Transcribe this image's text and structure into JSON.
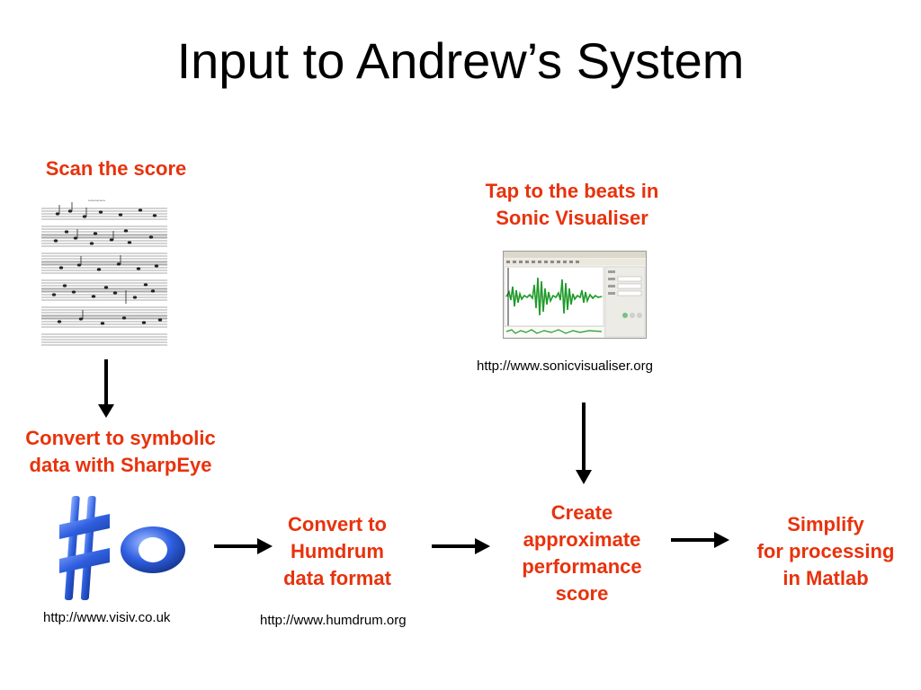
{
  "title": "Input to Andrew’s System",
  "steps": {
    "scan": {
      "label": "Scan the score"
    },
    "tap": {
      "lines": [
        "Tap to the beats in",
        "Sonic Visualiser"
      ],
      "url": "http://www.sonicvisualiser.org"
    },
    "sharpeye": {
      "lines": [
        "Convert to symbolic",
        "data with SharpEye"
      ],
      "url": "http://www.visiv.co.uk"
    },
    "humdrum": {
      "lines": [
        "Convert to",
        "Humdrum",
        "data format"
      ],
      "url": "http://www.humdrum.org"
    },
    "create": {
      "lines": [
        "Create",
        "approximate",
        "performance",
        "score"
      ]
    },
    "simplify": {
      "lines": [
        "Simplify",
        "for processing",
        "in Matlab"
      ]
    }
  },
  "colors": {
    "label": "#e8320c",
    "logo_blue": "#2f5fe0",
    "waveform": "#1f9a2a"
  },
  "icons": {
    "score": "sheet-music-scan",
    "sonic": "sonic-visualiser-window",
    "sharpeye": "sharp-o-logo"
  }
}
